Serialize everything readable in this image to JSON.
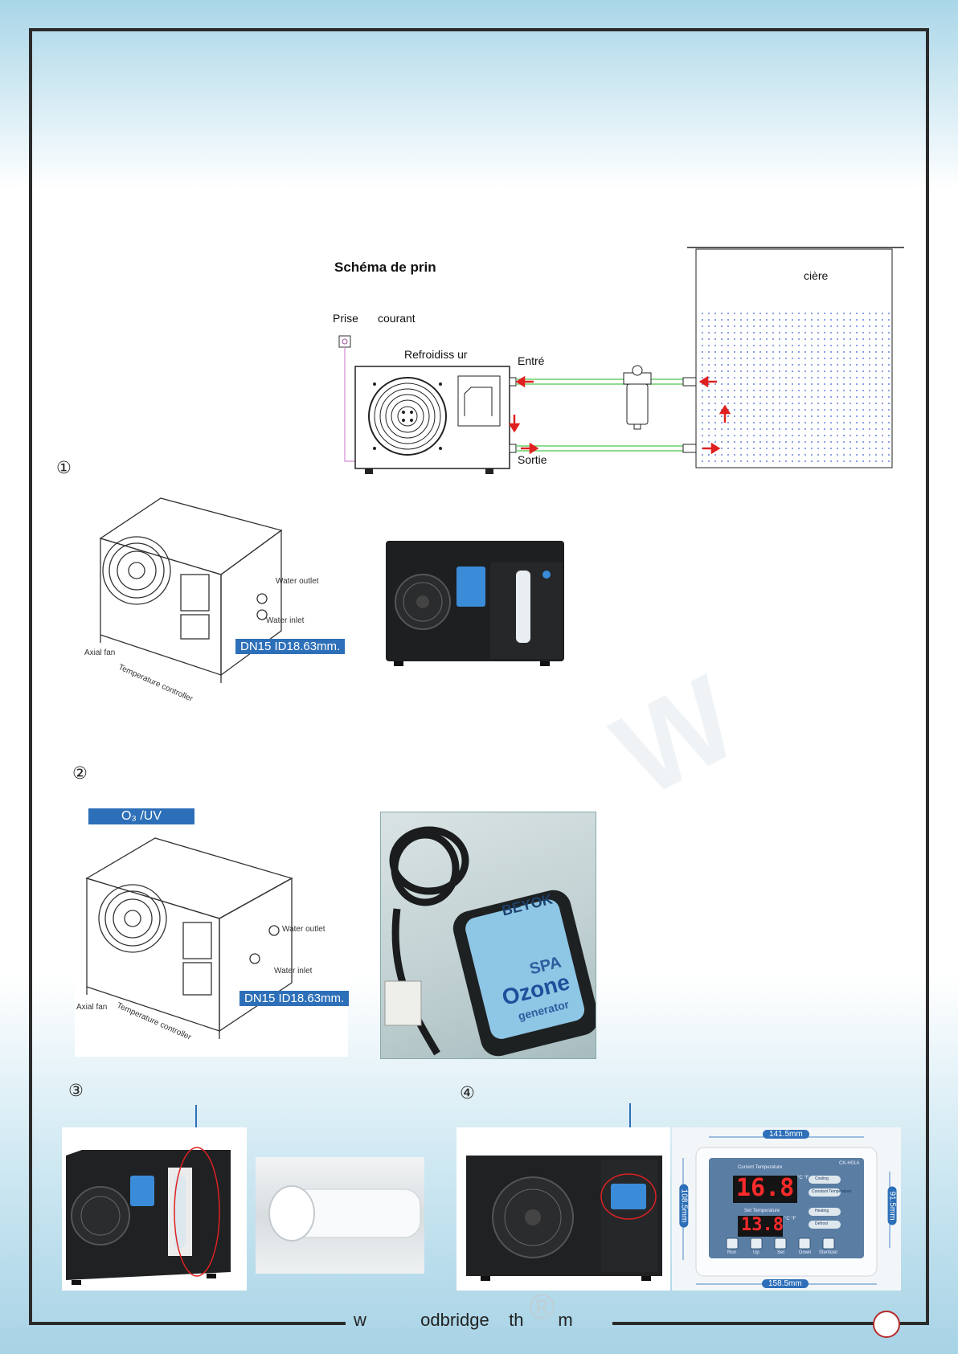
{
  "schematic": {
    "title": "Schéma de prin",
    "outlet_label_a": "Prise",
    "outlet_label_b": "courant",
    "chiller_label": "Refroidiss  ur",
    "inlet_label": "Entré",
    "outlet_water_label": "Sortie",
    "tank_label": "cière"
  },
  "sections": [
    {
      "number": "①"
    },
    {
      "number": "②"
    },
    {
      "number": "③"
    },
    {
      "number": "④"
    }
  ],
  "drawing1": {
    "water_outlet": "Water outlet",
    "water_inlet": "Water inlet",
    "axial_fan": "Axial fan",
    "temperature_controller": "Temperature controller",
    "spec_badge": "DN15  ID18.63mm."
  },
  "drawing2": {
    "top_badge": "O₃ /UV",
    "water_outlet": "Water outlet",
    "water_inlet": "Water inlet",
    "axial_fan": "Axial fan",
    "temperature_controller": "Temperature controller",
    "spec_badge": "DN15  ID18.63mm."
  },
  "ozone_photo": {
    "brand": "BEYOK",
    "line1": "SPA",
    "line2": "Ozone",
    "line3": "generator"
  },
  "controller": {
    "width_top": "141.5mm",
    "width_bottom": "158.5mm",
    "height_left": "108.5mm",
    "height_right": "91.5mm",
    "current_temp_label": "Current Temperature",
    "current_temp": "16.8",
    "set_temp_label": "Set Temperature",
    "set_temp": "13.8",
    "model": "CK-H01A",
    "unit": "°C °F",
    "modes": [
      "Cooling",
      "Constant Temperature",
      "Heating",
      "Defrost"
    ],
    "buttons": [
      "Run",
      "Up",
      "Set",
      "Down",
      "Sterilizer"
    ]
  },
  "footer": {
    "website": "w           odbridge    th       m"
  },
  "watermark": "W",
  "colors": {
    "accent_blue": "#2d6fb8",
    "arrow_red": "#e02020",
    "pipe_green": "#6ccf6a",
    "display_red": "#ff2a2a"
  }
}
